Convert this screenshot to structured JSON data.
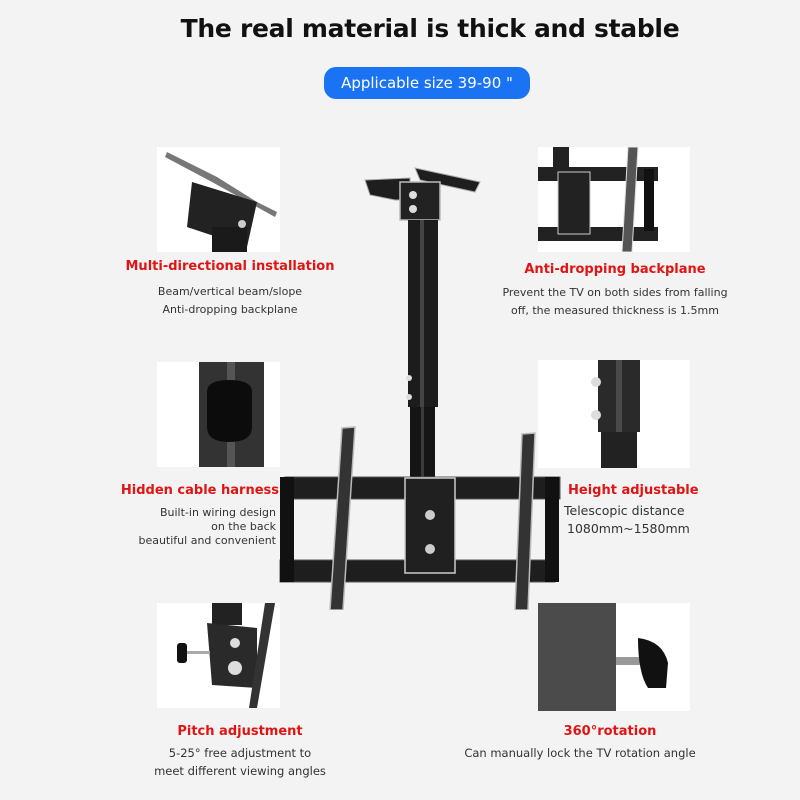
{
  "header": {
    "title": "The real material is thick and stable",
    "badge": "Applicable size 39-90 \""
  },
  "features": [
    {
      "title": "Multi-directional installation",
      "lines": [
        "Beam/vertical beam/slope",
        "Anti-dropping backplane"
      ],
      "image": "ceiling-plate-tilt-bracket"
    },
    {
      "title": "Anti-dropping backplane",
      "lines": [
        "Prevent the TV on both sides from falling",
        "off, the measured thickness is 1.5mm"
      ],
      "image": "backplane-bracket-arms"
    },
    {
      "title": "Hidden cable harness",
      "lines": [
        "Built-in wiring design",
        "on the back",
        "beautiful and convenient"
      ],
      "image": "pole-cable-hole"
    },
    {
      "title": "Height adjustable",
      "lines": [
        "Telescopic distance",
        "1080mm~1580mm"
      ],
      "image": "telescopic-pole-knobs"
    },
    {
      "title": "Pitch adjustment",
      "lines": [
        "5-25° free adjustment to",
        "meet different viewing angles"
      ],
      "image": "pitch-joint-knob"
    },
    {
      "title": "360°rotation",
      "lines": [
        "Can manually lock the TV rotation angle"
      ],
      "image": "rotation-lock-knob"
    }
  ],
  "colors": {
    "accent_blue": "#1a73f2",
    "feature_red": "#e11414",
    "background": "#f3f3f3"
  }
}
